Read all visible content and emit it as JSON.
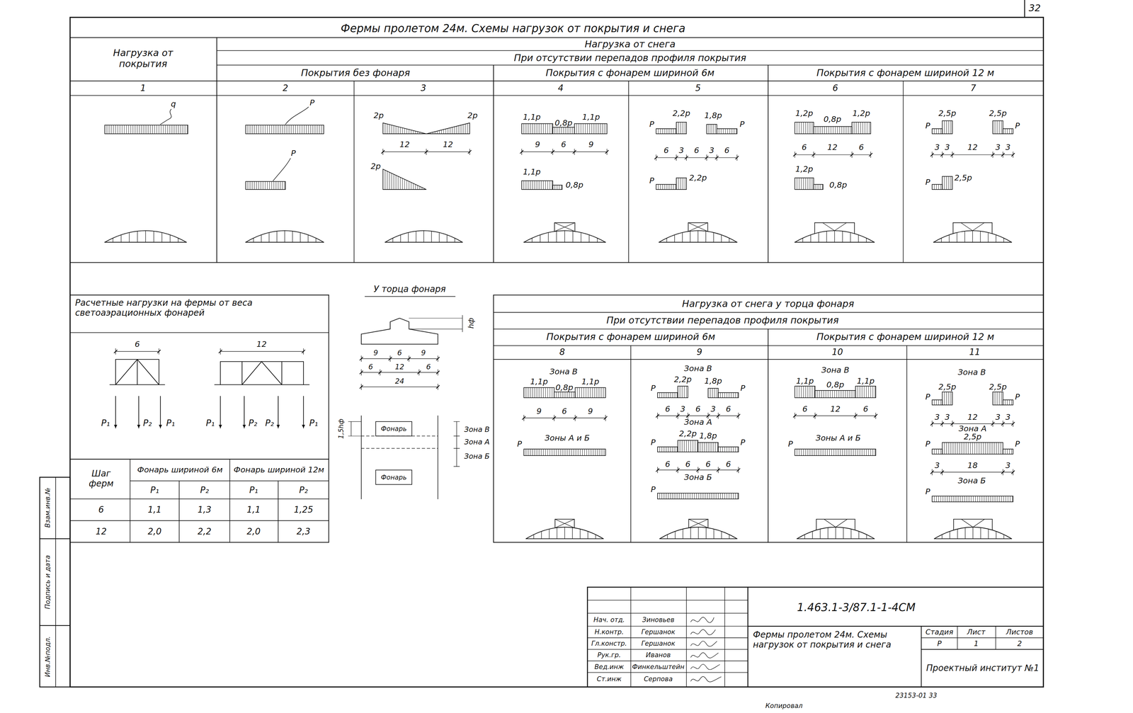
{
  "diagram": {
    "title": "Фермы пролетом 24м. Схемы нагрузок от покрытия и снега",
    "labels": [
      "32",
      "Нагрузка от снега",
      "Нагрузка от покрытия",
      "При отсутствии перепадов профиля покрытия",
      "Покрытия без фонаря",
      "Покрытия с фонарем шириной 6м",
      "Покрытия с фонарем шириной 12 м",
      "1",
      "2",
      "3",
      "4",
      "5",
      "6",
      "7",
      "q",
      "P",
      "P",
      "2p",
      "2p",
      "12",
      "12",
      "2p",
      "1,1p",
      "0,8p",
      "1,1p",
      "9",
      "6",
      "9",
      "1,1p",
      "0,8p",
      "P",
      "2,2p",
      "1,8p",
      "P",
      "6",
      "3",
      "6",
      "3",
      "6",
      "P",
      "2,2p",
      "1,2p",
      "0,8p",
      "1,2p",
      "6",
      "12",
      "6",
      "1,2p",
      "0,8p",
      "2,5p",
      "2,5p",
      "P",
      "P",
      "3",
      "3",
      "12",
      "3",
      "3",
      "P",
      "2,5p",
      "Расчетные нагрузки на фермы от веса светоаэрационных фонарей",
      "6",
      "12",
      "P₁",
      "P₂",
      "P₁",
      "P₁",
      "P₂",
      "P₂",
      "P₁",
      "Шаг ферм",
      "Фонарь шириной 6м",
      "Фонарь шириной 12м",
      "P₁",
      "P₂",
      "P₁",
      "P₂",
      "6",
      "1,1",
      "1,3",
      "1,1",
      "1,25",
      "12",
      "2,0",
      "2,2",
      "2,0",
      "2,3",
      "У торца фонаря",
      "hф",
      "9",
      "6",
      "9",
      "6",
      "12",
      "6",
      "24",
      "Фонарь",
      "Фонарь",
      "Зона В",
      "Зона А",
      "Зона Б",
      "1,5hф",
      "Нагрузка от снега у торца фонаря",
      "При отсутствии перепадов профиля покрытия",
      "Покрытия с фонарем шириной 6м",
      "Покрытия с фонарем шириной 12 м",
      "8",
      "9",
      "10",
      "11",
      "Зона В",
      "1,1p",
      "0,8p",
      "1,1p",
      "9",
      "6",
      "9",
      "P",
      "Зоны А и Б",
      "Зона В",
      "2,2p",
      "1,8p",
      "P",
      "P",
      "6",
      "3",
      "6",
      "3",
      "6",
      "Зона А",
      "2,2p",
      "1,8p",
      "P",
      "P",
      "6",
      "6",
      "6",
      "6",
      "Зона Б",
      "P",
      "Зона В",
      "1,1p",
      "0,8p",
      "1,1p",
      "6",
      "12",
      "6",
      "P",
      "Зоны А и Б",
      "Зона В",
      "2,5p",
      "2,5p",
      "P",
      "P",
      "3",
      "3",
      "12",
      "3",
      "3",
      "Зона А",
      "2,5p",
      "P",
      "P",
      "3",
      "18",
      "3",
      "Зона Б",
      "P",
      "Нач. отд.",
      "Зиновьев",
      "Н.контр.",
      "Гершанок",
      "Гл.констр.",
      "Гершанок",
      "Рук.гр.",
      "Иванов",
      "Вед.инж",
      "Финкельштейн",
      "Ст.инж",
      "Серпова",
      "1.463.1-3/87.1-1-4СМ",
      "Фермы пролетом 24м. Схемы нагрузок от покрытия и снега",
      "Стадия",
      "Лист",
      "Листов",
      "Р",
      "1",
      "2",
      "Проектный институт №1",
      "Взам.инв.№",
      "Подпись и дата",
      "Инв.№подл.",
      "23153-01 33",
      "Копировал"
    ]
  }
}
